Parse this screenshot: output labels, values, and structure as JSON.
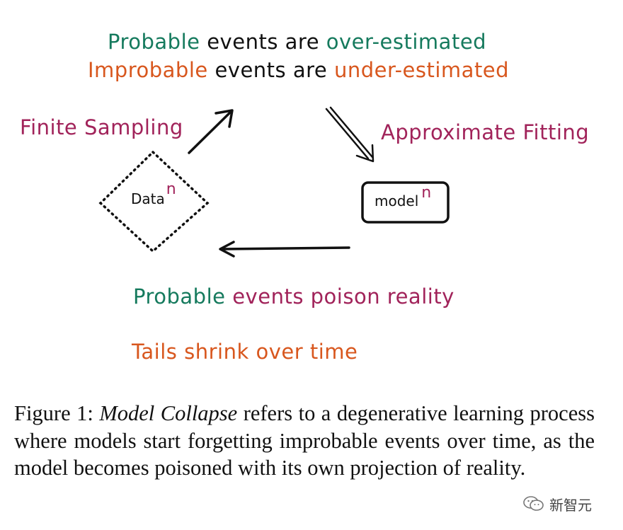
{
  "headline": {
    "line1": {
      "w1": "Probable",
      "w2": "events are",
      "w3": "over-estimated"
    },
    "line2": {
      "w1": "Improbable",
      "w2": "events are",
      "w3": "under-estimated"
    }
  },
  "labels": {
    "finite_sampling": "Finite Sampling",
    "approximate_fitting": "Approximate Fitting",
    "data_node": "Data",
    "data_sup": "n",
    "model_node": "model",
    "model_sup": "n"
  },
  "bottom": {
    "line1": {
      "w1": "Probable",
      "w2": "events poison reality"
    },
    "line2": "Tails shrink over time"
  },
  "caption": {
    "prefix": "Figure 1: ",
    "italic": "Model Collapse",
    "rest": " refers to a degenerative learning process where models start forgetting improbable events over time, as the model becomes poisoned with its own projection of reality."
  },
  "watermark": {
    "text": "新智元",
    "icon": "wechat-icon"
  },
  "colors": {
    "green": "#157a5d",
    "orange": "#d8571e",
    "maroon": "#a1235a",
    "ink": "#111111"
  }
}
